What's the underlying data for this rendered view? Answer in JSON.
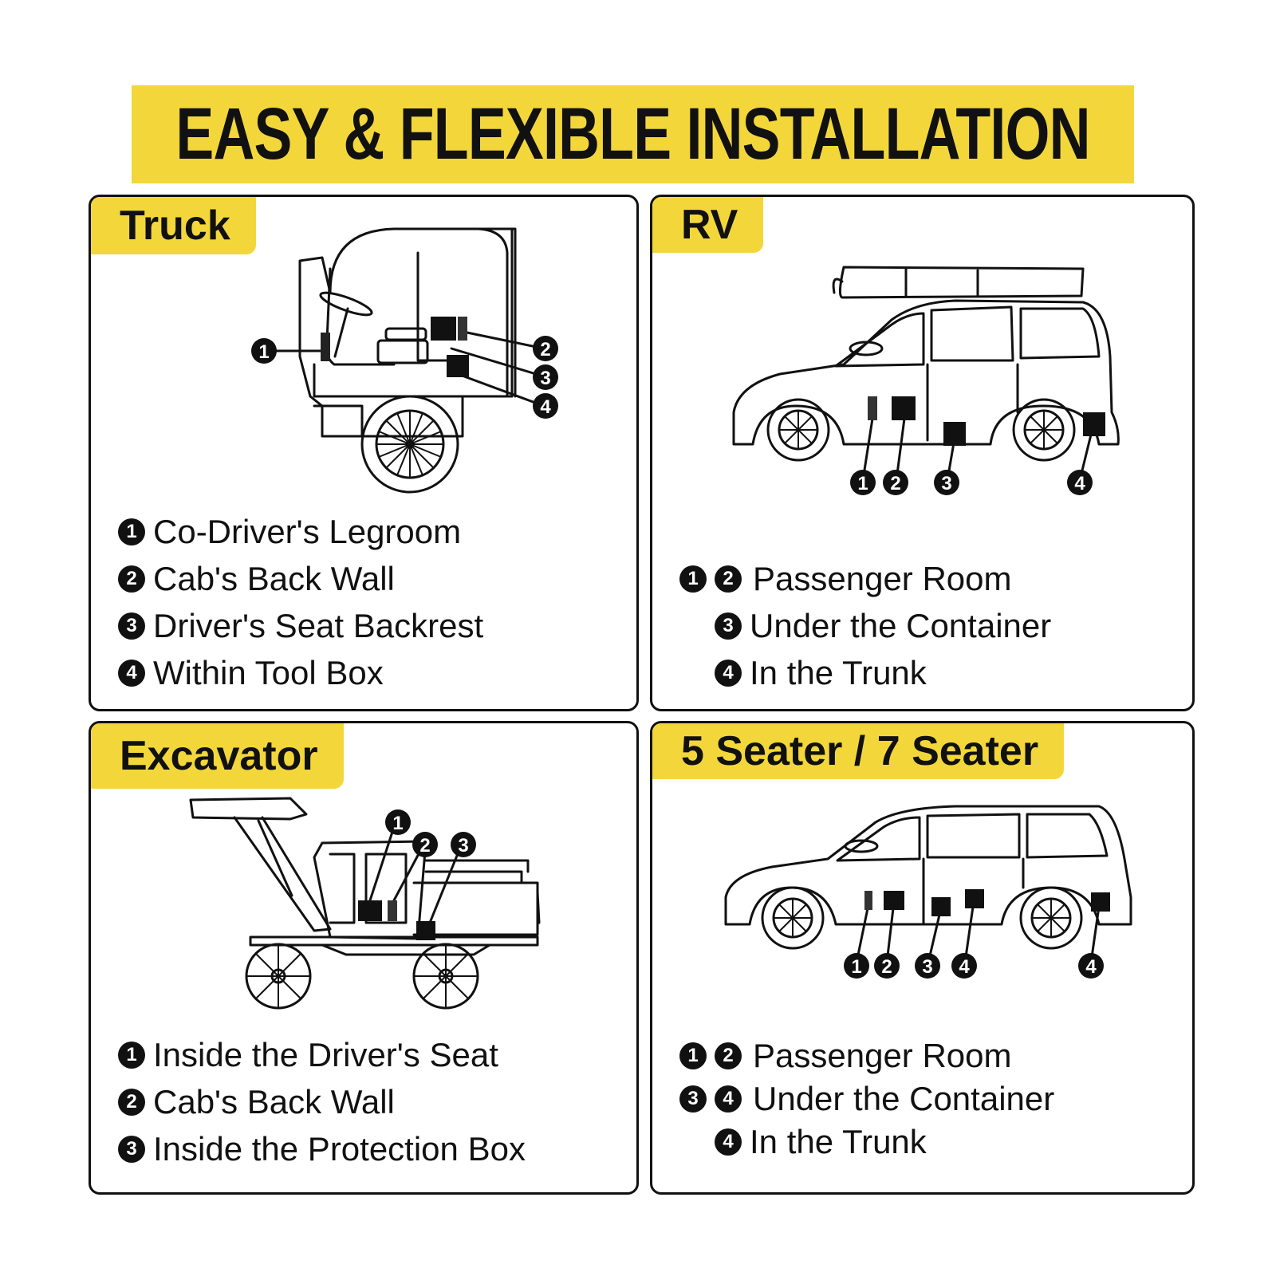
{
  "banner": {
    "title": "EASY & FLEXIBLE INSTALLATION"
  },
  "colors": {
    "accent": "#f3d73a",
    "ink": "#111111",
    "background": "#ffffff"
  },
  "panels": {
    "truck": {
      "tag": "Truck",
      "callouts": [
        "1",
        "2",
        "3",
        "4"
      ],
      "items": [
        {
          "badges": [
            "1"
          ],
          "text": "Co-Driver's Legroom"
        },
        {
          "badges": [
            "2"
          ],
          "text": "Cab's Back Wall"
        },
        {
          "badges": [
            "3"
          ],
          "text": "Driver's Seat Backrest"
        },
        {
          "badges": [
            "4"
          ],
          "text": "Within Tool Box"
        }
      ]
    },
    "rv": {
      "tag": "RV",
      "callouts": [
        "1",
        "2",
        "3",
        "4"
      ],
      "items": [
        {
          "badges": [
            "1",
            "2"
          ],
          "text": "Passenger Room"
        },
        {
          "badges": [
            "3"
          ],
          "text": "Under the Container"
        },
        {
          "badges": [
            "4"
          ],
          "text": "In the Trunk"
        }
      ]
    },
    "excavator": {
      "tag": "Excavator",
      "callouts": [
        "1",
        "2",
        "3"
      ],
      "items": [
        {
          "badges": [
            "1"
          ],
          "text": "Inside the Driver's Seat"
        },
        {
          "badges": [
            "2"
          ],
          "text": "Cab's Back Wall"
        },
        {
          "badges": [
            "3"
          ],
          "text": "Inside the Protection Box"
        }
      ]
    },
    "seater": {
      "tag": "5 Seater / 7 Seater",
      "callouts": [
        "1",
        "2",
        "3",
        "4",
        "4"
      ],
      "items": [
        {
          "badges": [
            "1",
            "2"
          ],
          "text": "Passenger Room"
        },
        {
          "badges": [
            "3",
            "4"
          ],
          "text": "Under the Container"
        },
        {
          "badges": [
            "4"
          ],
          "text": "In the Trunk"
        }
      ]
    }
  }
}
